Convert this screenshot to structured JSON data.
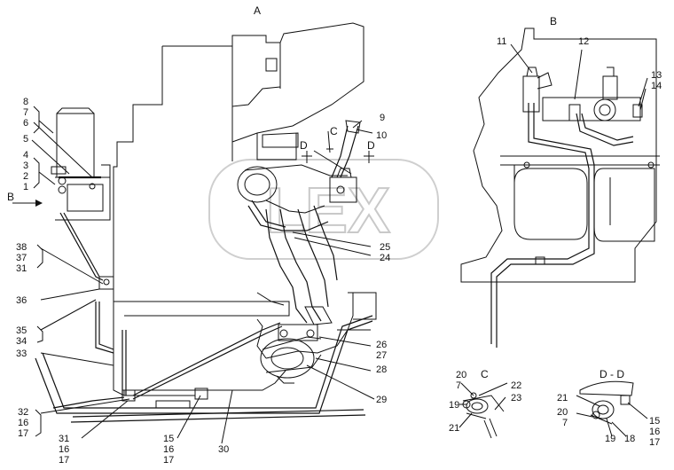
{
  "views": {
    "main": "A",
    "right_top": "B",
    "section_c": "C",
    "section_d": "D - D",
    "arrow_b": "B",
    "cut_c": "C",
    "cut_d_left": "D",
    "cut_d_right": "D"
  },
  "watermark": "LEX",
  "callouts": {
    "c1": "1",
    "c2": "2",
    "c3": "3",
    "c4": "4",
    "c5": "5",
    "c6": "6",
    "c7": "7",
    "c8": "8",
    "c9": "9",
    "c10": "10",
    "c11": "11",
    "c12": "12",
    "c13": "13",
    "c14": "14",
    "c24": "24",
    "c25": "25",
    "c26": "26",
    "c27": "27",
    "c28": "28",
    "c29": "29",
    "c30": "30",
    "c31a": "31",
    "c37": "37",
    "c38": "38",
    "c36": "36",
    "c35": "35",
    "c34": "34",
    "c33": "33",
    "c32": "32",
    "c16a": "16",
    "c17a": "17",
    "c31b": "31",
    "c16b": "16",
    "c17b": "17",
    "c15a": "15",
    "c16c": "16",
    "c17c": "17",
    "c20a": "20",
    "c7b": "7",
    "c19a": "19",
    "c21a": "21",
    "c22": "22",
    "c23": "23",
    "c21b": "21",
    "c20b": "20",
    "c7c": "7",
    "c19b": "19",
    "c18": "18",
    "c15b": "15",
    "c16d": "16",
    "c17d": "17"
  }
}
